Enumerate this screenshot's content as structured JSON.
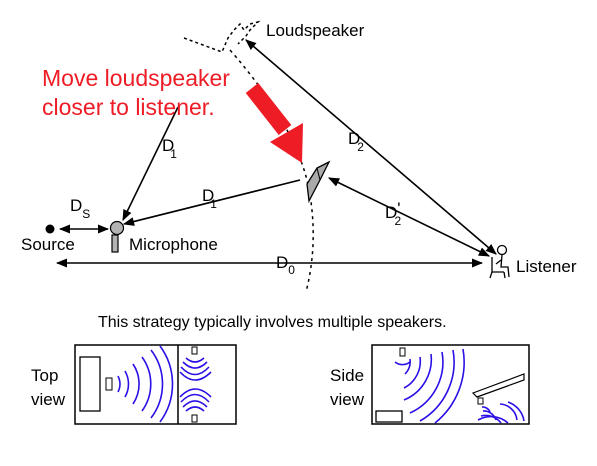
{
  "labels": {
    "loudspeaker": "Loudspeaker",
    "source": "Source",
    "microphone": "Microphone",
    "listener": "Listener",
    "d1_upper": "D",
    "d1_upper_sub": "1",
    "d1_lower": "D",
    "d1_lower_sub": "1",
    "ds": "D",
    "ds_sub": "S",
    "d2": "D",
    "d2_sub": "2",
    "d2p": "D",
    "d2p_prime": "'",
    "d2p_sub": "2",
    "d0": "D",
    "d0_sub": "0"
  },
  "callout": {
    "line1": "Move loudspeaker",
    "line2": "closer to listener."
  },
  "caption": "This strategy typically involves multiple speakers.",
  "top_view": {
    "label_line1": "Top",
    "label_line2": "view"
  },
  "side_view": {
    "label_line1": "Side",
    "label_line2": "view"
  },
  "colors": {
    "callout": "#ee1c25",
    "waves": "#2a10e6",
    "speaker_fill": "#a9a9a9",
    "mic_fill": "#b3b3b3"
  }
}
